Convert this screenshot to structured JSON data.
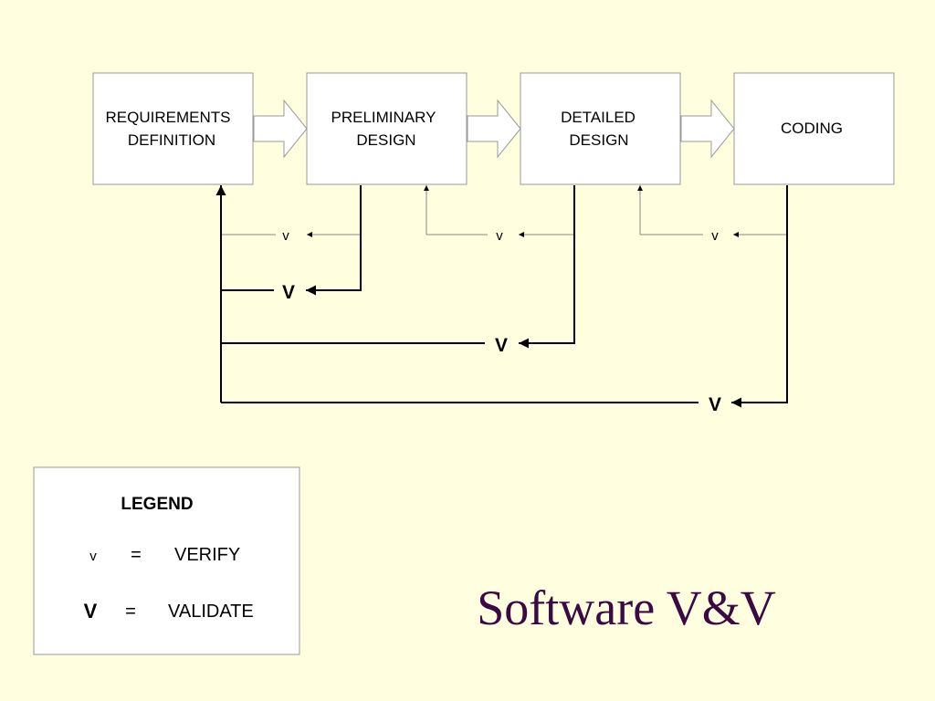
{
  "boxes": [
    {
      "line1": "REQUIREMENTS",
      "line2": "DEFINITION"
    },
    {
      "line1": "PRELIMINARY",
      "line2": "DESIGN"
    },
    {
      "line1": "DETAILED",
      "line2": "DESIGN"
    },
    {
      "line1": "CODING",
      "line2": ""
    }
  ],
  "verify_symbol": "v",
  "validate_symbol": "V",
  "legend": {
    "title": "LEGEND",
    "equals": "=",
    "verify_label": "VERIFY",
    "validate_label": "VALIDATE"
  },
  "title": "Software V&V",
  "colors": {
    "background": "#FFFFE0",
    "title": "#3B0A45",
    "box_border": "#999999"
  }
}
